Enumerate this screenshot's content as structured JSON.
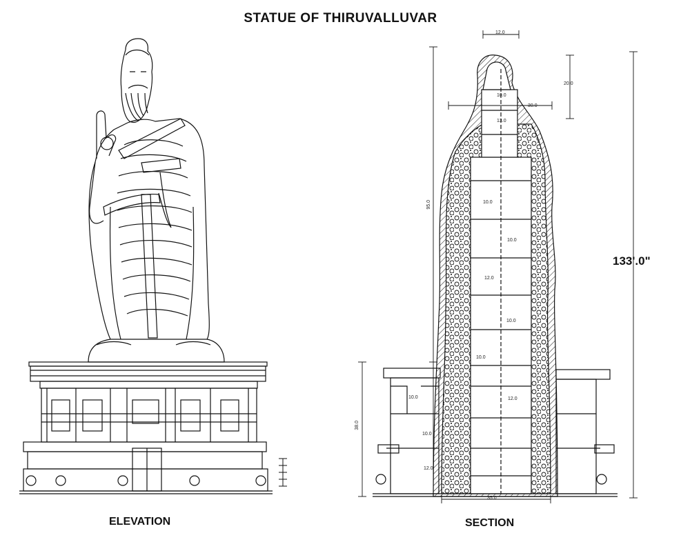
{
  "title": "STATUE OF THIRUVALLUVAR",
  "views": {
    "elevation": "ELEVATION",
    "section": "SECTION"
  },
  "dimensions": {
    "total_height": "133'.0\"",
    "statue_height": "95.0",
    "pedestal_height": "38.0",
    "base_width": "35.0",
    "head_width": "12.0",
    "head_height": "20.0",
    "neck_width": "30.0",
    "floor_heights": [
      "10.0",
      "13.0",
      "10.0",
      "10.0",
      "12.0",
      "10.0",
      "10.0",
      "12.0",
      "10.0",
      "10.0",
      "12.0"
    ]
  },
  "colors": {
    "ink": "#111111",
    "paper": "#ffffff"
  }
}
